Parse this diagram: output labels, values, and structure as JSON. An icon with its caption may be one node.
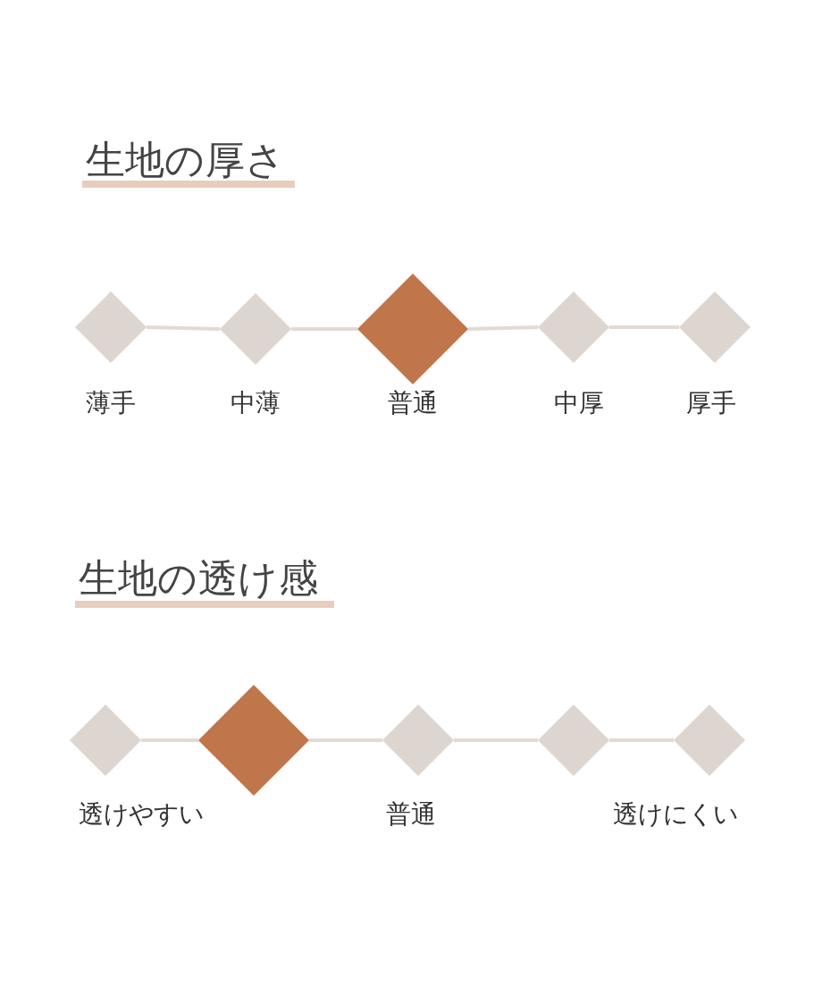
{
  "diagram": {
    "nodes": [
      {
        "text": [],
        "shape": "diamond",
        "beside": [
          "薄手"
        ]
      },
      {
        "text": [],
        "shape": "diamond",
        "beside": [
          "中薄"
        ]
      },
      {
        "text": [],
        "shape": "diamond",
        "beside": [
          "普通"
        ]
      },
      {
        "text": [],
        "shape": "diamond",
        "beside": [
          "中厚"
        ]
      },
      {
        "text": [],
        "shape": "diamond",
        "beside": [
          "厚手"
        ]
      },
      {
        "text": [],
        "shape": "diamond"
      },
      {
        "text": [],
        "shape": "diamond"
      },
      {
        "text": [],
        "shape": "diamond",
        "beside": [
          "普通"
        ]
      },
      {
        "text": [],
        "shape": "diamond"
      },
      {
        "text": [],
        "shape": "diamond",
        "beside": [
          "透けにくい"
        ]
      }
    ],
    "edges": [
      {
        "from": 0,
        "to": 1,
        "arrow": "none"
      },
      {
        "from": 1,
        "to": 2,
        "arrow": "none"
      },
      {
        "from": 2,
        "to": 3,
        "arrow": "none"
      },
      {
        "from": 3,
        "to": 4,
        "arrow": "none"
      },
      {
        "from": 5,
        "to": 6,
        "arrow": "none"
      },
      {
        "from": 6,
        "to": 7,
        "arrow": "none"
      },
      {
        "from": 7,
        "to": 8,
        "arrow": "none"
      },
      {
        "from": 8,
        "to": 9,
        "arrow": "none"
      }
    ],
    "labels": [
      "生地の厚さ",
      "生地の透け感",
      "透けやすい"
    ]
  }
}
